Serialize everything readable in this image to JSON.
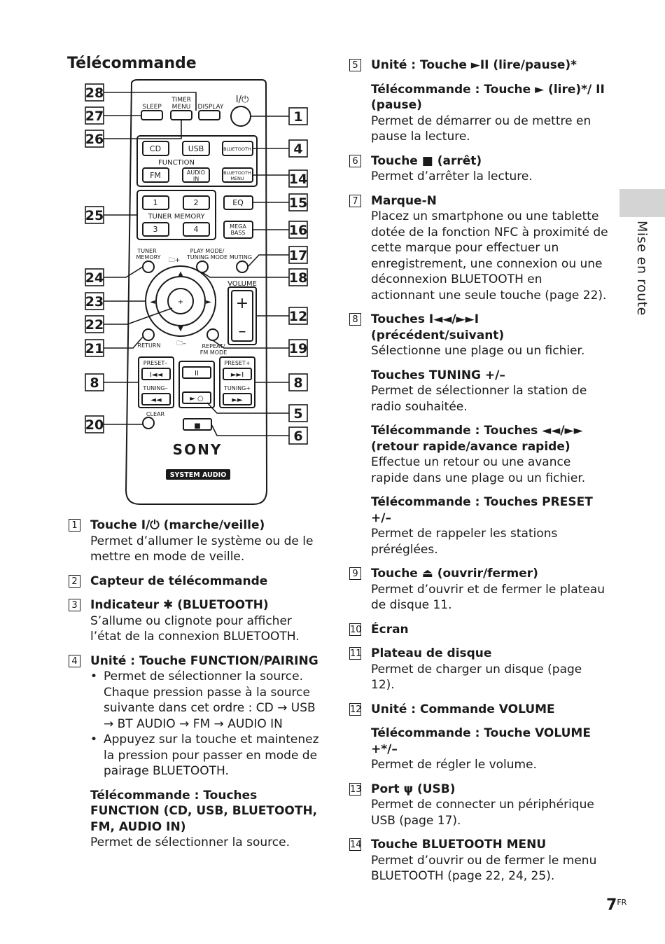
{
  "title": "Télécommande",
  "side_tab": "Mise en route",
  "page_number": "7",
  "page_suffix": "FR",
  "remote": {
    "callouts": [
      "28",
      "27",
      "26",
      "25",
      "24",
      "23",
      "22",
      "21",
      "8",
      "20",
      "1",
      "4",
      "14",
      "15",
      "16",
      "17",
      "18",
      "12",
      "19",
      "8",
      "5",
      "6"
    ],
    "buttons": {
      "sleep": "SLEEP",
      "timer_menu_1": "TIMER",
      "timer_menu_2": "MENU",
      "display": "DISPLAY",
      "power": "I/⏻",
      "cd": "CD",
      "usb": "USB",
      "bluetooth": "BLUETOOTH",
      "function": "FUNCTION",
      "fm": "FM",
      "audio_in_1": "AUDIO",
      "audio_in_2": "IN",
      "bt_menu_1": "BLUETOOTH",
      "bt_menu_2": "MENU",
      "mem1": "1",
      "mem2": "2",
      "tuner_memory": "TUNER MEMORY",
      "mem3": "3",
      "mem4": "4",
      "eq": "EQ",
      "mega_1": "MEGA",
      "mega_2": "BASS",
      "tuner_mem_1": "TUNER",
      "tuner_mem_2": "MEMORY",
      "folder_plus": "🗀+",
      "play_mode_1": "PLAY MODE/",
      "play_mode_2": "TUNING MODE",
      "muting": "MUTING",
      "volume": "VOLUME",
      "vol_plus": "+",
      "vol_minus": "–",
      "return": "RETURN",
      "folder_minus": "🗀–",
      "repeat_1": "REPEAT/",
      "repeat_2": "FM MODE",
      "preset_minus": "PRESET–",
      "tuning_minus": "TUNING–",
      "preset_plus": "PRESET+",
      "tuning_plus": "TUNING+",
      "clear": "CLEAR",
      "brand": "SONY",
      "system_audio": "SYSTEM AUDIO"
    }
  },
  "left_entries": [
    {
      "num": "1",
      "head": "Touche I/⏻ (marche/veille)",
      "body": "Permet d’allumer le système ou de le mettre en mode de veille."
    },
    {
      "num": "2",
      "head": "Capteur de télécommande"
    },
    {
      "num": "3",
      "head": "Indicateur ✱ (BLUETOOTH)",
      "body": "S’allume ou clignote pour afficher l’état de la connexion BLUETOOTH."
    },
    {
      "num": "4",
      "head": "Unité : Touche FUNCTION/PAIRING",
      "bullet1": "Permet de sélectionner la source. Chaque pression passe à la source suivante dans cet ordre : CD → USB → BT AUDIO → FM → AUDIO IN",
      "bullet2": "Appuyez sur la touche et maintenez la pression pour passer en mode de pairage BLUETOOTH.",
      "sub": "Télécommande : Touches FUNCTION (CD, USB, BLUETOOTH, FM, AUDIO IN)",
      "sub_body": "Permet de sélectionner la source."
    }
  ],
  "right_entries": [
    {
      "num": "5",
      "head": "Unité : Touche ►II (lire/pause)*",
      "sub": "Télécommande : Touche ► (lire)*/ II (pause)",
      "sub_body": "Permet de démarrer ou de mettre en pause la lecture."
    },
    {
      "num": "6",
      "head": "Touche ■ (arrêt)",
      "body": "Permet d’arrêter la lecture."
    },
    {
      "num": "7",
      "head": "Marque-N",
      "body": "Placez un smartphone ou une tablette dotée de la fonction NFC à proximité de cette marque pour effectuer un enregistrement, une connexion ou une déconnexion BLUETOOTH en actionnant une seule touche (page 22)."
    },
    {
      "num": "8",
      "head": "Touches I◄◄/►►I (précédent/suivant)",
      "body": "Sélectionne une plage ou un fichier.",
      "sub1": "Touches TUNING +/–",
      "sub1_body": "Permet de sélectionner la station de radio souhaitée.",
      "sub2": "Télécommande : Touches ◄◄/►► (retour rapide/avance rapide)",
      "sub2_body": "Effectue un retour ou une avance rapide dans une plage ou un fichier.",
      "sub3": "Télécommande : Touches PRESET +/–",
      "sub3_body": "Permet de rappeler les stations préréglées."
    },
    {
      "num": "9",
      "head": "Touche ⏏ (ouvrir/fermer)",
      "body": "Permet d’ouvrir et de fermer le plateau de disque 11."
    },
    {
      "num": "10",
      "head": "Écran"
    },
    {
      "num": "11",
      "head": "Plateau de disque",
      "body": "Permet de charger un disque (page 12)."
    },
    {
      "num": "12",
      "head": "Unité : Commande VOLUME",
      "sub": "Télécommande : Touche VOLUME +*/–",
      "sub_body": "Permet de régler le volume."
    },
    {
      "num": "13",
      "head": "Port ψ (USB)",
      "body": "Permet de connecter un périphérique USB (page 17)."
    },
    {
      "num": "14",
      "head": "Touche BLUETOOTH MENU",
      "body": "Permet d’ouvrir ou de fermer le menu BLUETOOTH (page 22, 24, 25)."
    }
  ]
}
